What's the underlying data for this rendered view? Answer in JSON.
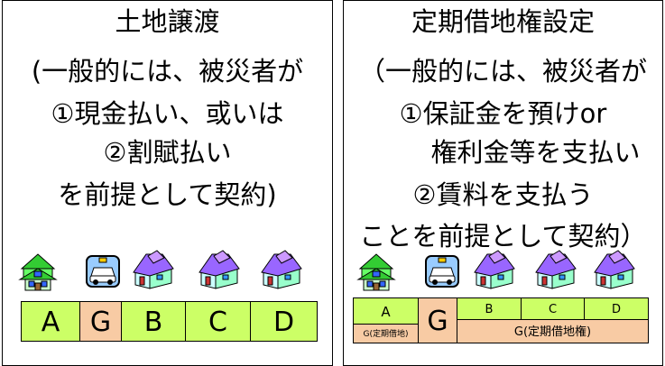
{
  "left": {
    "lines": [
      "土地譲渡",
      "(一般的には、被災者が",
      "①現金払い、或いは",
      "②割賦払い",
      "を前提として契約)"
    ],
    "cells": [
      "A",
      "G",
      "B",
      "C",
      "D"
    ]
  },
  "right": {
    "lines": [
      "定期借地権設定",
      "（一般的には、被災者が",
      "①保証金を預けor",
      "権利金等を支払い",
      "②賃料を支払う",
      "ことを前提として契約）"
    ],
    "cells": {
      "a": "A",
      "a_sub": "G(定期借地)",
      "g": "G",
      "top": [
        "B",
        "C",
        "D"
      ],
      "bottom": "G(定期借地権)"
    }
  },
  "icons": {
    "left": [
      "green-house-icon",
      "police-car-icon",
      "purple-house-icon",
      "purple-house-icon",
      "purple-house-icon"
    ],
    "right": [
      "green-house-icon",
      "police-car-icon",
      "purple-house-icon",
      "purple-house-icon",
      "purple-house-icon"
    ]
  },
  "colors": {
    "green_cell": "#ccff66",
    "orange_cell": "#f8cba4",
    "roof_purple": "#9966ff",
    "house_green": "#33cc33"
  }
}
